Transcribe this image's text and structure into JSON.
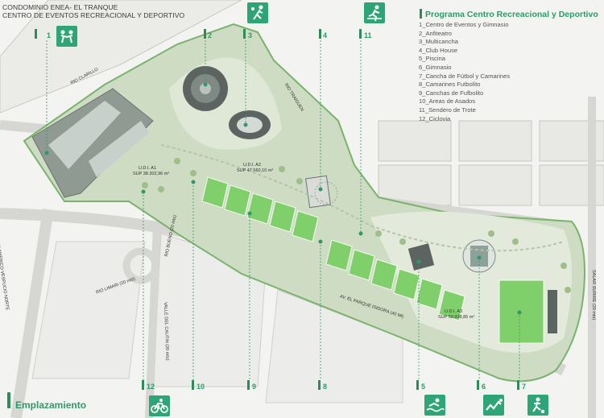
{
  "header": {
    "title_line1": "CONDOMINIO ENEA- EL TRANQUE",
    "title_line2": "CENTRO DE EVENTOS RECREACIONAL Y DEPORTIVO"
  },
  "legend": {
    "title": "Programa Centro Recreacional y Deportivo",
    "items": [
      "1_Centro de Eventos y Gimnasio",
      "2_Anfiteatro",
      "3_Multicancha",
      "4_Club House",
      "5_Piscina",
      "6_Gimnasio",
      "7_Cancha de Fútbol y Camarines",
      "8_Camarines Futbolito",
      "9_Canchas de Fufbolito",
      "10_Areas de Asados",
      "11_Sendero de Trote",
      "12_Ciclovia"
    ]
  },
  "footer": {
    "label": "Emplazamiento"
  },
  "markers": {
    "top": [
      "1",
      "2",
      "3",
      "4",
      "11"
    ],
    "bottom": [
      "12",
      "10",
      "9",
      "8",
      "5",
      "6",
      "7"
    ]
  },
  "areas": {
    "a1_name": "U.D.I. A1",
    "a1_sup": "SUP 38.302,96 m²",
    "a2_name": "U.D.I. A2",
    "a2_sup": "SUP 47.560,10 m²",
    "a3_name": "U.D.I. A3",
    "a3_sup": "SUP 59.938,86 m²"
  },
  "streets": {
    "rio_claro": "RIO CLARILLO",
    "rio_traiguen": "RIO TRAIGUEN",
    "av_parque": "AV. EL PARQUE ISIDORA (40 Mt)",
    "americo": "AV. AMERICO VESPUCIO NORTE",
    "rio_limari": "RIO LIMARI (20 mts)",
    "rio_bueno": "RIO BUENO (20 mts)",
    "valle_cautin": "VALLE DEL CAUTIN (20 mts)",
    "salar": "SALAR SURIRE (20 mts)"
  },
  "icons": {
    "marker1": "wrestling-icon",
    "marker3": "basketball-icon",
    "marker11": "running-icon",
    "marker12": "bicycle-icon",
    "marker5": "swimming-icon",
    "marker6": "gym-icon",
    "marker7": "football-icon"
  },
  "colors": {
    "accent": "#2ea577",
    "text_green": "#2e9a6a",
    "field": "#7fcf6a"
  }
}
